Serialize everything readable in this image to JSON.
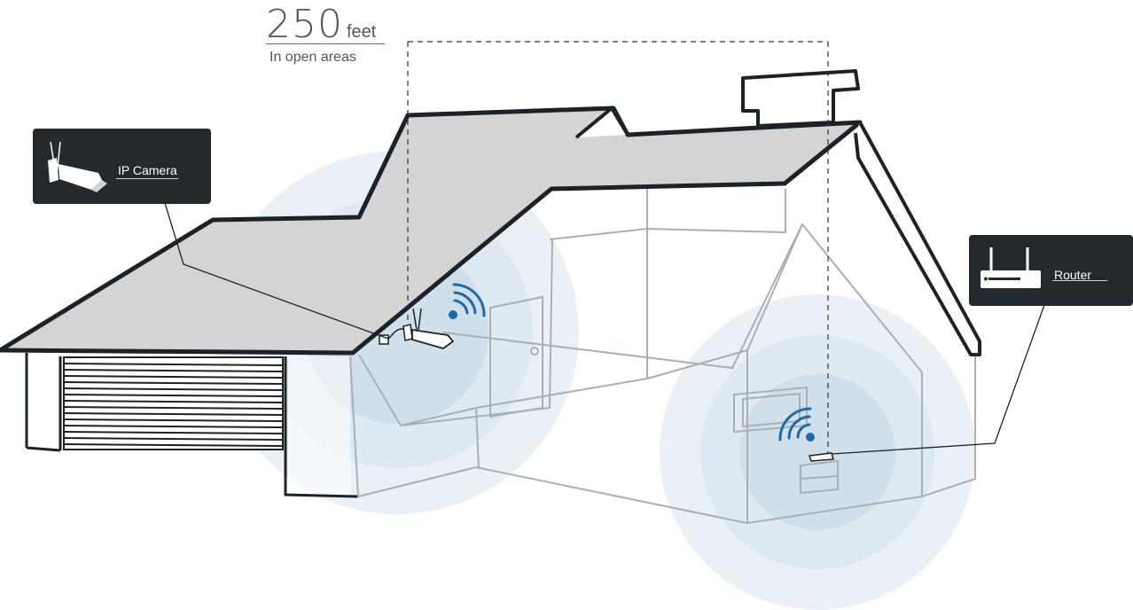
{
  "range": {
    "distance": "250",
    "unit": "feet",
    "condition": "In open areas"
  },
  "callouts": {
    "camera_label": "IP Camera",
    "router_label": "Router"
  },
  "colors": {
    "roof_fill": "#d4d4d4",
    "outline": "#1c2328",
    "wall_line": "#a9b0b5",
    "signal_blue": "#1d6aa8",
    "coverage": "#d5e4ee",
    "callout_bg": "#24292d"
  },
  "icons": [
    "camera-icon",
    "router-icon",
    "wifi-signal-icon"
  ]
}
